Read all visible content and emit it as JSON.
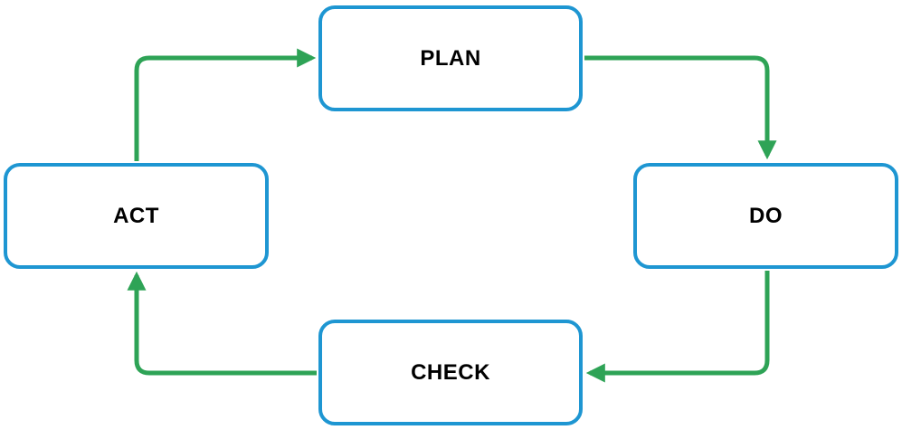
{
  "diagram": {
    "type": "cycle",
    "steps": {
      "plan": "PLAN",
      "do": "DO",
      "check": "CHECK",
      "act": "ACT"
    },
    "flow": [
      {
        "from": "PLAN",
        "to": "DO"
      },
      {
        "from": "DO",
        "to": "CHECK"
      },
      {
        "from": "CHECK",
        "to": "ACT"
      },
      {
        "from": "ACT",
        "to": "PLAN"
      }
    ],
    "colors": {
      "box_border": "#1e96d2",
      "arrow": "#2ea356",
      "text": "#000000",
      "background": "#ffffff"
    }
  }
}
